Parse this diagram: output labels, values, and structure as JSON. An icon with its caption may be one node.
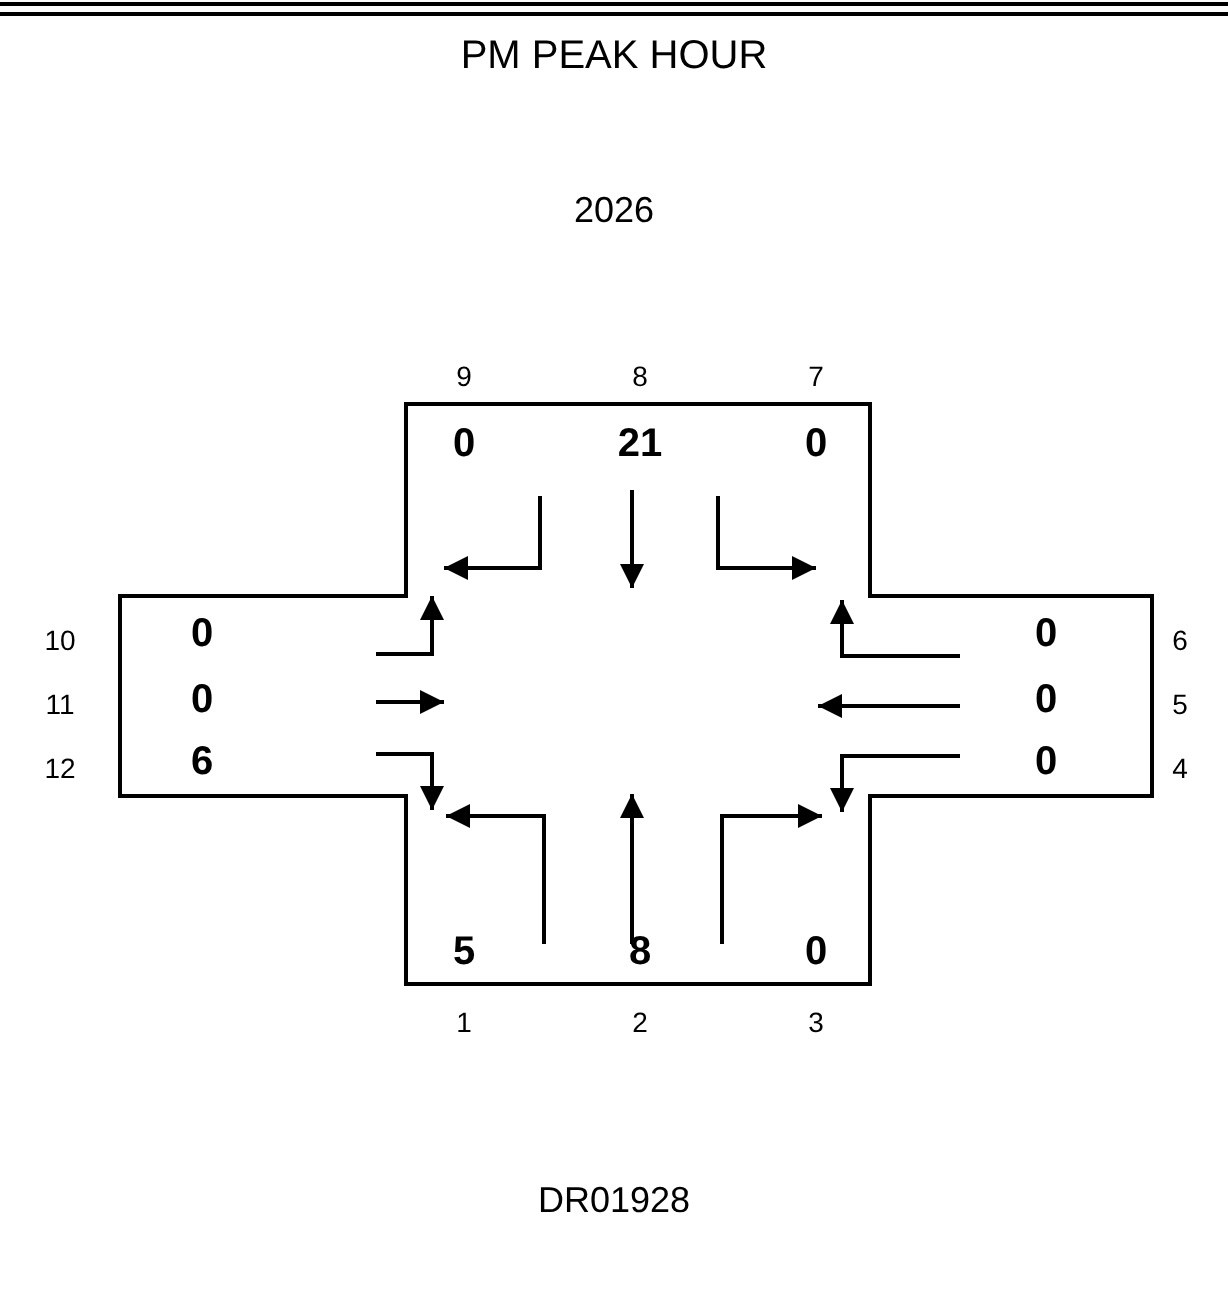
{
  "diagram": {
    "title": "PM PEAK HOUR",
    "labels": [
      "2026",
      "9",
      "8",
      "7",
      "0",
      "21",
      "0",
      "10",
      "0",
      "0",
      "6",
      "11",
      "0",
      "0",
      "5",
      "12",
      "6",
      "0",
      "4",
      "5",
      "8",
      "0",
      "1",
      "2",
      "3",
      "DR01928"
    ]
  }
}
